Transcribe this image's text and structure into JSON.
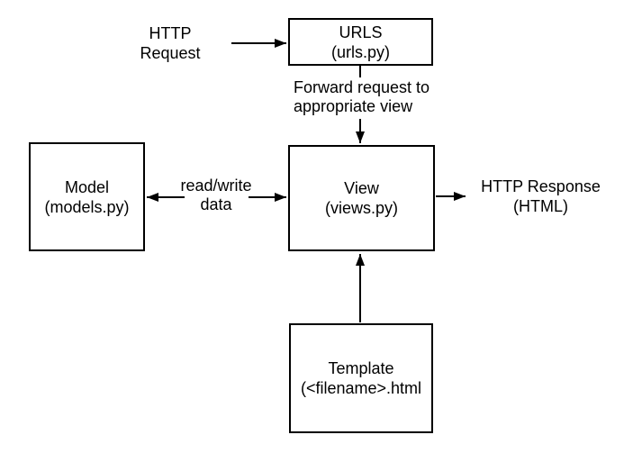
{
  "colors": {
    "background": "#ffffff",
    "line": "#000000",
    "text": "#000000"
  },
  "boxes": {
    "urls": {
      "line1": "URLS",
      "line2": "(urls.py)"
    },
    "model": {
      "line1": "Model",
      "line2": "(models.py)"
    },
    "view": {
      "line1": "View",
      "line2": "(views.py)"
    },
    "template": {
      "line1": "Template",
      "line2": "(<filename>.html"
    }
  },
  "labels": {
    "http_request": {
      "line1": "HTTP",
      "line2": "Request"
    },
    "forward": {
      "line1": "Forward request to",
      "line2": "appropriate view"
    },
    "read_write": {
      "line1": "read/write",
      "line2": "data"
    },
    "http_response": {
      "line1": "HTTP Response",
      "line2": "(HTML)"
    }
  }
}
